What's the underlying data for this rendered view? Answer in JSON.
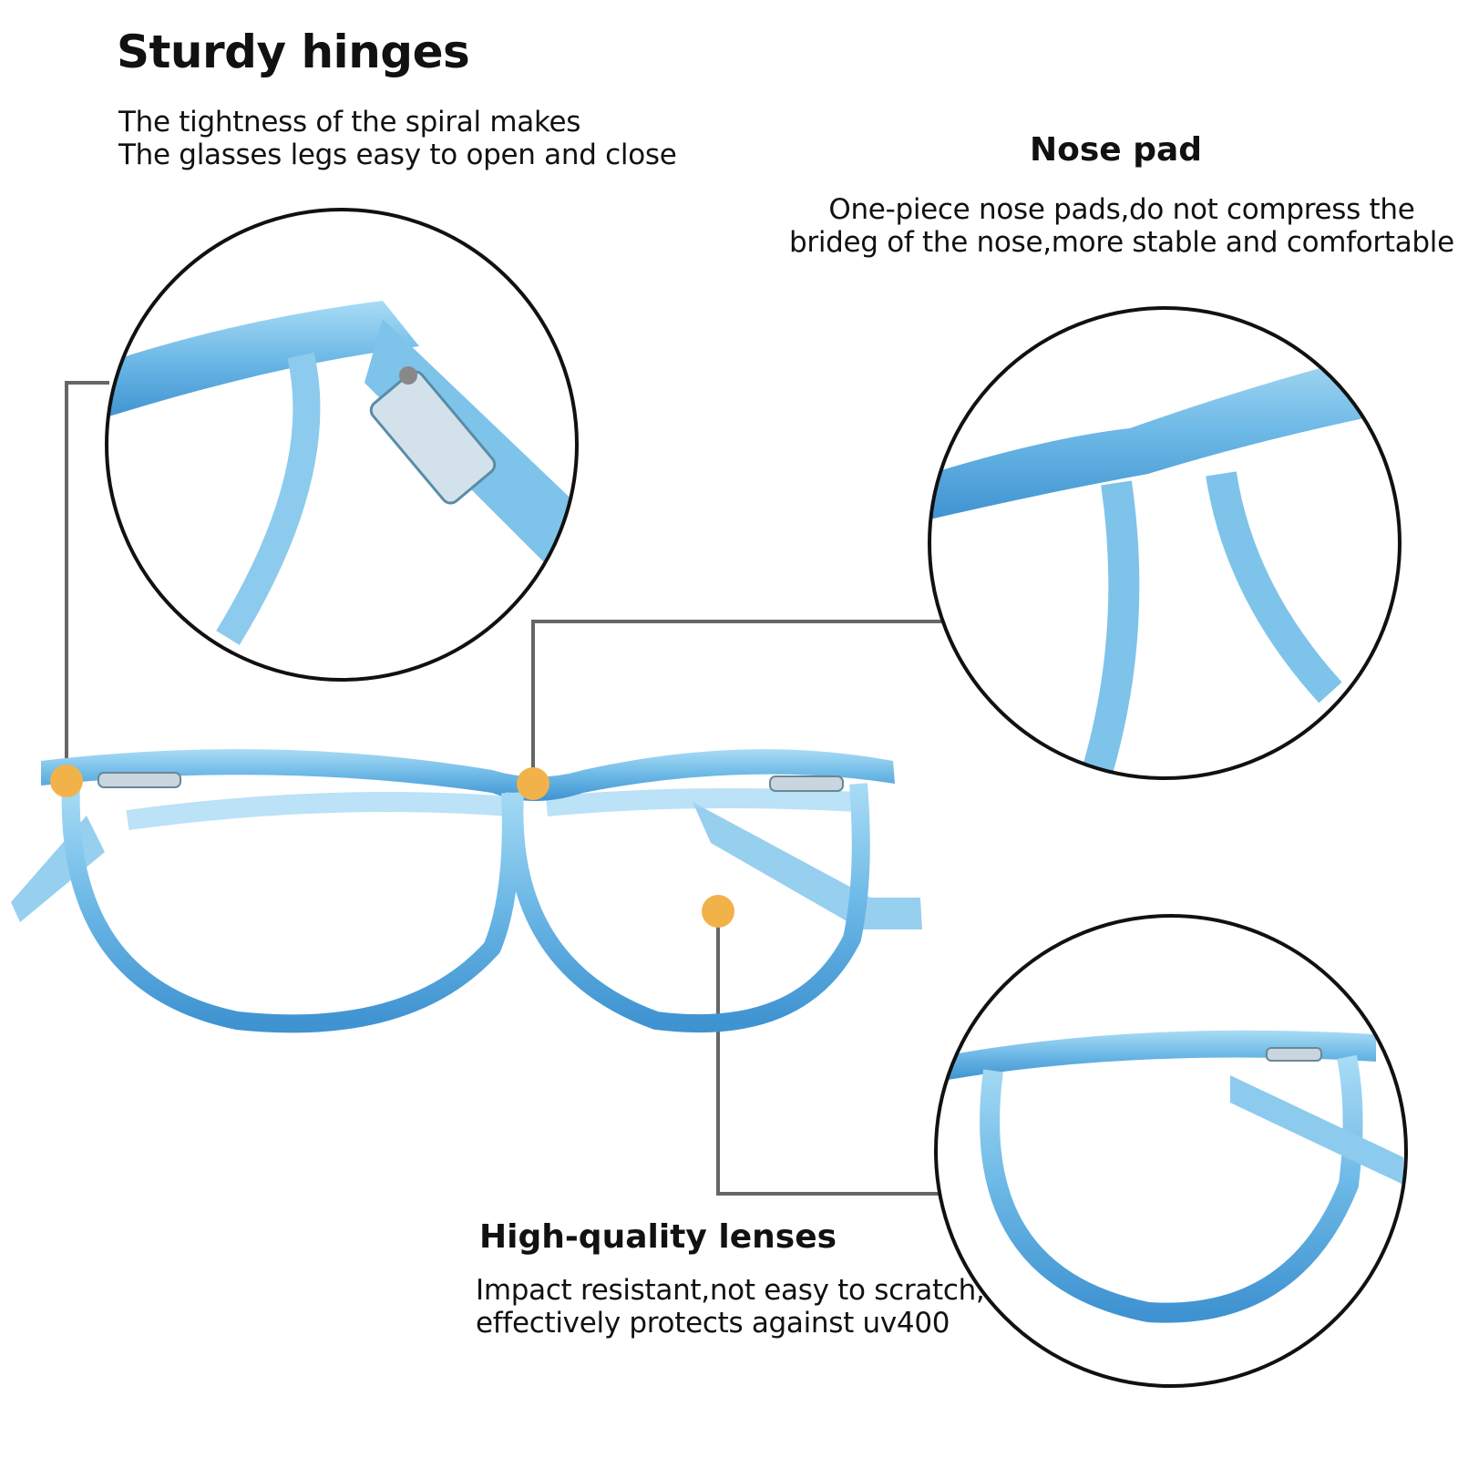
{
  "sturdy_hinges": {
    "title": "Sturdy hinges",
    "lines": [
      "The tightness of the spiral makes",
      "The glasses legs easy to open and close"
    ]
  },
  "nose_pad": {
    "title": "Nose pad",
    "lines": [
      "One-piece nose pads,do not compress the",
      "brideg of the nose,more stable and comfortable"
    ]
  },
  "lenses": {
    "title": "High-quality lenses",
    "lines": [
      "Impact resistant,not easy to scratch,",
      "effectively protects against uv400"
    ]
  },
  "colors": {
    "frame": "#7fc4ea",
    "frame_dark": "#3d8fcf",
    "marker": "#f2b24a",
    "callout_line": "#666666",
    "circle_border": "#111111"
  }
}
